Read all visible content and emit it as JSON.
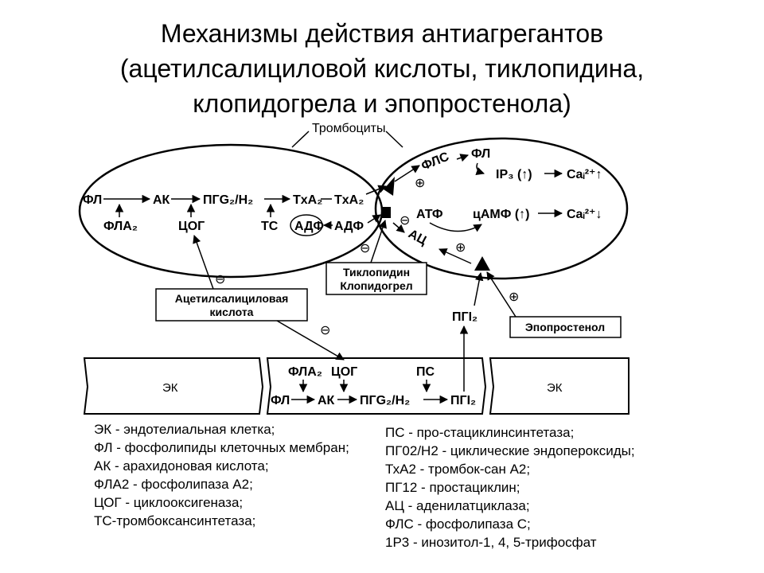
{
  "title": {
    "line1": "Механизмы действия антиагрегантов",
    "line2": "(ацетилсалициловой кислоты, тиклопидина,",
    "line3": "клопидогрела и эпопростенола)"
  },
  "diagram": {
    "platelets_label": "Тромбоциты",
    "left_cell": {
      "fl": "ФЛ",
      "ak": "АК",
      "pgg": "ПГG₂/H₂",
      "txa2_in": "TxA₂",
      "fla2": "ФЛА₂",
      "cog": "ЦОГ",
      "ts": "ТС",
      "adf_in": "АДФ"
    },
    "between": {
      "txa2_out": "TxA₂",
      "adf_out": "АДФ"
    },
    "right_cell": {
      "fls": "ФЛС",
      "fl": "ФЛ",
      "ip3": "IP₃ (↑)",
      "ca_up": "Caᵢ²⁺↑",
      "atf": "АТФ",
      "camf": "цАМФ (↑)",
      "ca_down": "Caᵢ²⁺↓",
      "ac": "АЦ"
    },
    "boxes": {
      "aspirin_line1": "Ацетилсалициловая",
      "aspirin_line2": "кислота",
      "ticlo_line1": "Тиклопидин",
      "ticlo_line2": "Клопидогрел",
      "epo": "Эпопростенол"
    },
    "signs": {
      "minus": "⊖",
      "plus": "⊕"
    },
    "pgi2": "ПГI₂",
    "endothelium": {
      "ek_left": "ЭК",
      "ek_right": "ЭК",
      "fla2": "ФЛА₂",
      "cog": "ЦОГ",
      "ps": "ПС",
      "fl": "ФЛ",
      "ak": "АК",
      "pgg": "ПГG₂/H₂",
      "pgi2": "ПГI₂"
    }
  },
  "legend_left": [
    "ЭК - эндотелиальная клетка;",
    "ФЛ - фосфолипиды клеточных мембран;",
    "АК - арахидоновая кислота;",
    "ФЛА2 - фосфолипаза А2;",
    "ЦОГ - циклооксигеназа;",
    "ТС-тромбоксансинтетаза;"
  ],
  "legend_right": [
    "ПС - про-стациклинсинтетаза;",
    "ПГ02/Н2 - циклические эндопероксиды;",
    "ТхА2 - тромбок-сан А2;",
    "ПГ12 - простациклин;",
    "АЦ - аденилатциклаза;",
    "ФЛС - фосфолипаза С;",
    "1Р3 - инозитол-1, 4, 5-трифосфат"
  ]
}
